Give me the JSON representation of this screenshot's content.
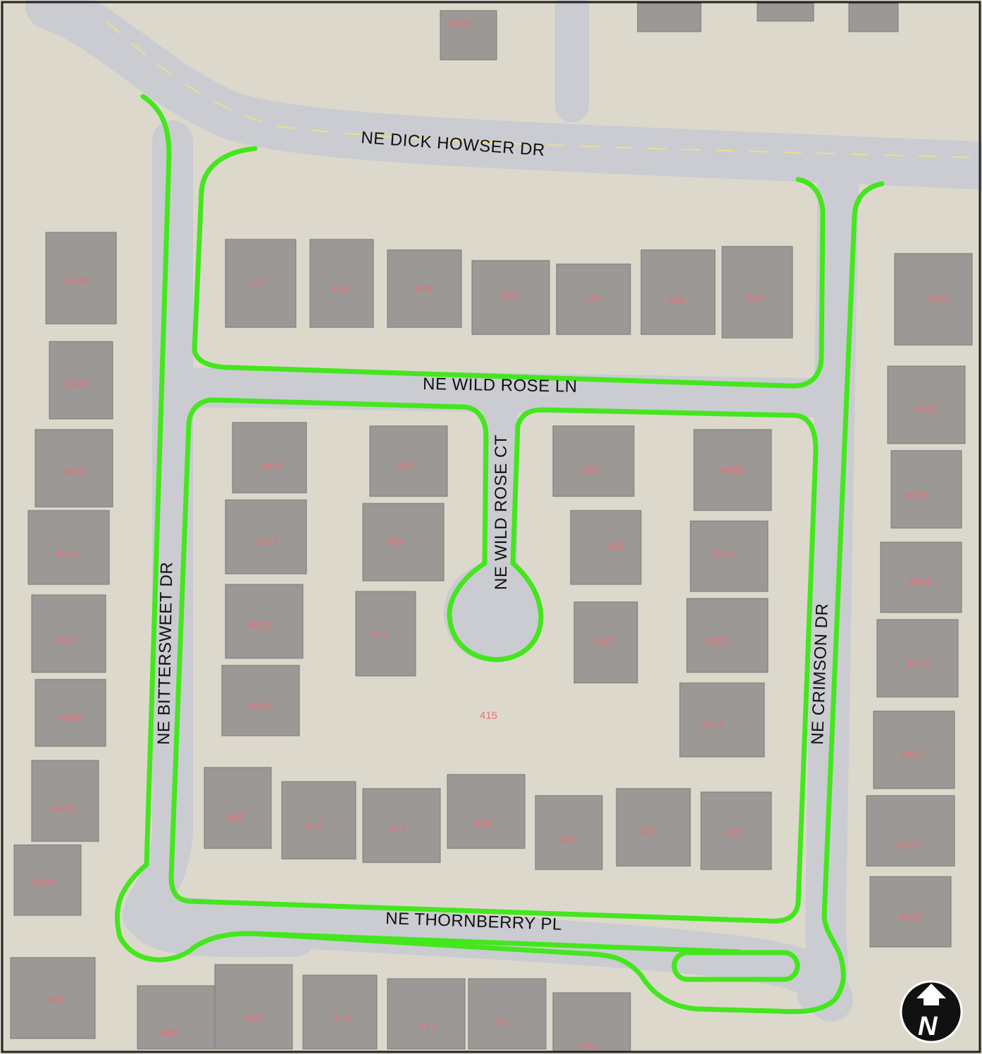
{
  "streets": {
    "dick_howser": "NE DICK HOWSER DR",
    "wild_rose_ln": "NE WILD ROSE LN",
    "wild_rose_ct": "NE WILD ROSE CT",
    "bittersweet": "NE BITTERSWEET DR",
    "crimson": "NE CRIMSON DR",
    "thornberry": "NE THORNBERRY PL"
  },
  "addresses": [
    {
      "id": "a4100",
      "label": "4100"
    },
    {
      "id": "a4028w",
      "label": "4028"
    },
    {
      "id": "a4024w",
      "label": "4024"
    },
    {
      "id": "a4020w",
      "label": "4020"
    },
    {
      "id": "a4016w",
      "label": "4016"
    },
    {
      "id": "a4012w",
      "label": "4012"
    },
    {
      "id": "a4008w",
      "label": "4008"
    },
    {
      "id": "a4004w",
      "label": "4004"
    },
    {
      "id": "a4000w",
      "label": "4000"
    },
    {
      "id": "a401",
      "label": "401"
    },
    {
      "id": "a405",
      "label": "405"
    },
    {
      "id": "a409s",
      "label": "409"
    },
    {
      "id": "a413s",
      "label": "413"
    },
    {
      "id": "a417s",
      "label": "417"
    },
    {
      "id": "a421s",
      "label": "421"
    },
    {
      "id": "a425s",
      "label": "425"
    },
    {
      "id": "a400",
      "label": "400"
    },
    {
      "id": "a404",
      "label": "404"
    },
    {
      "id": "a408n",
      "label": "408"
    },
    {
      "id": "a412n",
      "label": "412"
    },
    {
      "id": "a416n",
      "label": "416"
    },
    {
      "id": "a420n",
      "label": "420"
    },
    {
      "id": "a424n",
      "label": "424"
    },
    {
      "id": "a4021c",
      "label": "4021"
    },
    {
      "id": "a4017c",
      "label": "4017"
    },
    {
      "id": "a4013c",
      "label": "4013"
    },
    {
      "id": "a4009c",
      "label": "4009"
    },
    {
      "id": "a407",
      "label": "407"
    },
    {
      "id": "a409c",
      "label": "409"
    },
    {
      "id": "a411",
      "label": "411"
    },
    {
      "id": "a415",
      "label": "415"
    },
    {
      "id": "a421c",
      "label": "421"
    },
    {
      "id": "a419",
      "label": "419"
    },
    {
      "id": "a417c",
      "label": "417"
    },
    {
      "id": "a4028c",
      "label": "4028"
    },
    {
      "id": "a4024c",
      "label": "4024"
    },
    {
      "id": "a4020c",
      "label": "4020"
    },
    {
      "id": "a4016c",
      "label": "4016"
    },
    {
      "id": "a408s",
      "label": "408"
    },
    {
      "id": "a412s",
      "label": "412"
    },
    {
      "id": "a416s",
      "label": "416"
    },
    {
      "id": "a420s",
      "label": "420"
    },
    {
      "id": "a424s",
      "label": "424"
    },
    {
      "id": "a428",
      "label": "428"
    },
    {
      "id": "a432",
      "label": "432"
    },
    {
      "id": "a4033",
      "label": "4033"
    },
    {
      "id": "a4029e",
      "label": "4029"
    },
    {
      "id": "a4025e",
      "label": "4025"
    },
    {
      "id": "a4021e",
      "label": "4021"
    },
    {
      "id": "a4017e",
      "label": "4017"
    },
    {
      "id": "a4013e",
      "label": "4013"
    },
    {
      "id": "a4009e",
      "label": "4009"
    },
    {
      "id": "a4005e",
      "label": "4005"
    }
  ],
  "north_arrow": {
    "letter": "N",
    "icon": "north-arrow-icon"
  },
  "colors": {
    "route": "#44e61e",
    "street_label": "#111111",
    "address_label": "#e8707a",
    "road": "#c9cbd0",
    "lawn": "#d9d6c8"
  }
}
